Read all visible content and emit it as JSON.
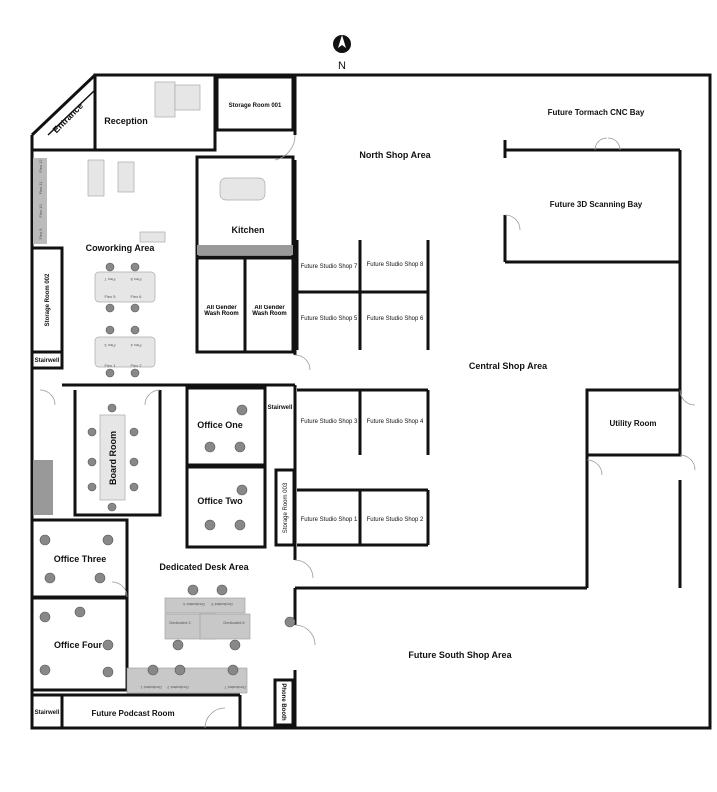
{
  "compass": {
    "label": "N"
  },
  "rooms": {
    "entrance": "Entrance",
    "reception": "Reception",
    "storage_001": "Storage Room 001",
    "north_shop": "North Shop Area",
    "cnc_bay": "Future Tormach CNC Bay",
    "scanning_bay": "Future 3D Scanning Bay",
    "kitchen": "Kitchen",
    "coworking": "Coworking Area",
    "storage_002": "Storage Room 002",
    "stairwell_west": "Stairwell",
    "washroom_1": "All Gender Wash Room",
    "washroom_2": "All Gender Wash Room",
    "studio_shops": [
      "Future Studio Shop 1",
      "Future Studio Shop 2",
      "Future Studio Shop 3",
      "Future Studio Shop 4",
      "Future Studio Shop 5",
      "Future Studio Shop 6",
      "Future Studio Shop 7",
      "Future Studio Shop 8"
    ],
    "central_shop": "Central Shop Area",
    "utility": "Utility Room",
    "board_room": "Board Room",
    "office_one": "Office One",
    "office_two": "Office Two",
    "stairwell_center": "Stairwell",
    "storage_003": "Storage Room 003",
    "office_three": "Office Three",
    "office_four": "Office Four",
    "dedicated_desk": "Dedicated Desk Area",
    "south_shop": "Future South Shop Area",
    "stairwell_south": "Stairwell",
    "podcast": "Future Podcast Room",
    "phone_booth": "Phone Booth"
  },
  "flex_desks": [
    "Flex 1",
    "Flex 2",
    "Flex 3",
    "Flex 4",
    "Flex 5",
    "Flex 6",
    "Flex 7",
    "Flex 8",
    "Flex 9",
    "Flex 10",
    "Flex 11",
    "Flex 12"
  ],
  "dedicated_desks": [
    "Dedicated 1",
    "Dedicated 2",
    "Dedicated 3",
    "Dedicated 4",
    "Dedicated 5",
    "Dedicated 6",
    "Dedicated 7"
  ]
}
